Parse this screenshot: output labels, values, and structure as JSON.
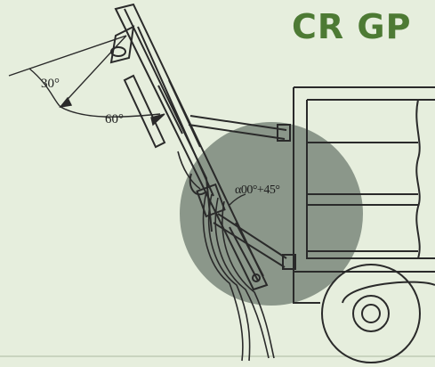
{
  "brand": {
    "text": "CR GP",
    "color": "#4d7a34"
  },
  "labels": {
    "angle_upper": "30°",
    "angle_lower": "60°",
    "tilt_range": "α00°+45°"
  },
  "colors": {
    "background": "#e6eedd",
    "highlight_circle": "#8b978a",
    "line": "#2a2a2a"
  }
}
